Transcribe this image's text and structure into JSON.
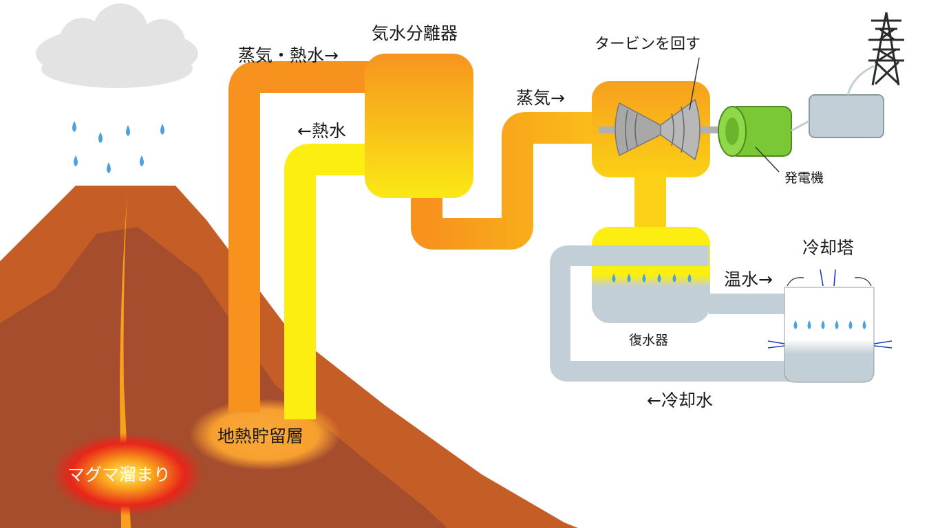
{
  "labels": {
    "steam_hot_water": "蒸気・熱水→",
    "separator": "気水分離器",
    "hot_water_return": "←熱水",
    "steam": "蒸気→",
    "turbine": "タービンを回す",
    "generator": "発電機",
    "cooling_tower": "冷却塔",
    "warm_water": "温水→",
    "condenser": "復水器",
    "cooling_water": "←冷却水",
    "reservoir": "地熱貯留層",
    "magma": "マグマ溜まり"
  },
  "colors": {
    "mountain_outer": "#c55d26",
    "mountain_inner": "#a64d2d",
    "steam_pipe": "#f7921e",
    "hot_water_pipe": "#fbee10",
    "separator_box": "#f8a51c",
    "cooling_pipe": "#c3cfd6",
    "generator": "#7bc836",
    "cloud": "#e3e3e3",
    "rain": "#4aa3e0",
    "magma": "#e8251a"
  },
  "icons": {
    "cloud": "cloud-icon",
    "rain": "raindrop-icon",
    "tower": "transmission-tower-icon",
    "turbine": "turbine-icon",
    "generator": "generator-icon"
  }
}
